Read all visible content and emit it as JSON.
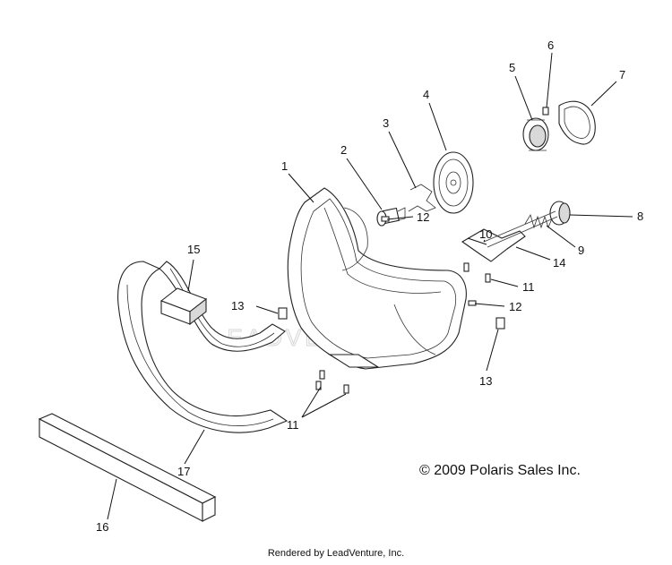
{
  "callouts": {
    "c1": "1",
    "c2": "2",
    "c3": "3",
    "c4": "4",
    "c5": "5",
    "c6": "6",
    "c7": "7",
    "c8": "8",
    "c9": "9",
    "c10": "10",
    "c11a": "11",
    "c11b": "11",
    "c12a": "12",
    "c12b": "12",
    "c13a": "13",
    "c13b": "13",
    "c14": "14",
    "c15": "15",
    "c16": "16",
    "c17": "17"
  },
  "copyright": "© 2009 Polaris Sales Inc.",
  "watermark": "LEADVENTURE",
  "footer": "Rendered by LeadVenture, Inc."
}
